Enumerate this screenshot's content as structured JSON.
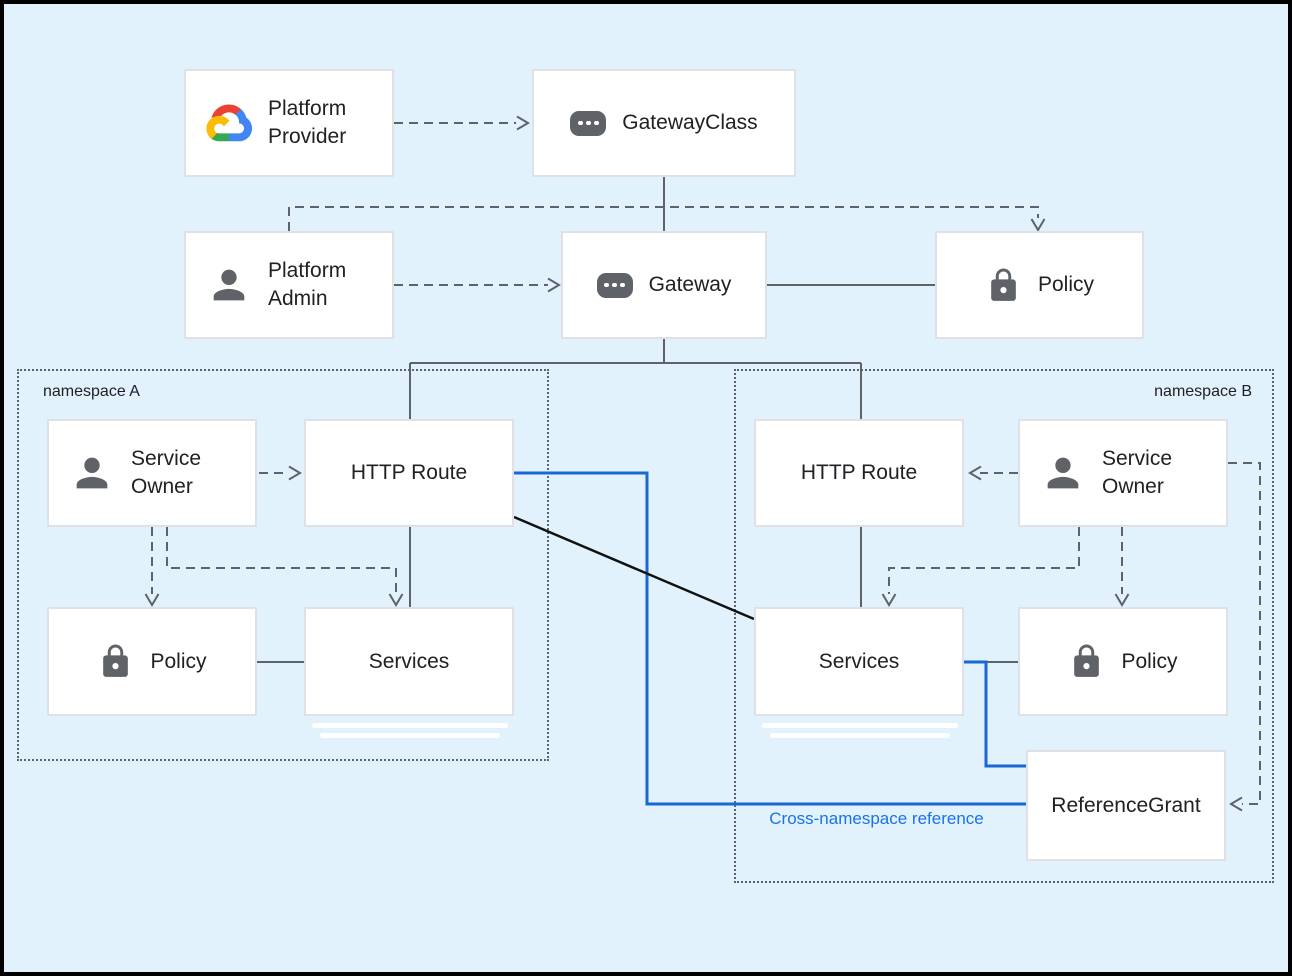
{
  "title": "Gateway API resource model diagram",
  "colors": {
    "bg": "#e1f2fd",
    "frame": "#000000",
    "line-gray": "#5f6368",
    "line-black": "#111111",
    "accent-blue": "#1967d2",
    "annotation-blue": "#1a73e8",
    "box-border": "#dfe1e5",
    "text": "#202124",
    "icon-gray": "#5f6368"
  },
  "nodes": {
    "platform_provider": {
      "label": "Platform Provider",
      "icon": "google-cloud-logo"
    },
    "gateway_class": {
      "label": "GatewayClass",
      "icon": "resource-icon"
    },
    "platform_admin": {
      "label": "Platform Admin",
      "icon": "person-icon"
    },
    "gateway": {
      "label": "Gateway",
      "icon": "resource-icon"
    },
    "policy_cluster": {
      "label": "Policy",
      "icon": "lock-icon"
    },
    "service_owner_a": {
      "label": "Service Owner",
      "icon": "person-icon"
    },
    "http_route_a": {
      "label": "HTTP Route"
    },
    "policy_a": {
      "label": "Policy",
      "icon": "lock-icon"
    },
    "services_a": {
      "label": "Services"
    },
    "http_route_b": {
      "label": "HTTP Route"
    },
    "service_owner_b": {
      "label": "Service Owner",
      "icon": "person-icon"
    },
    "services_b": {
      "label": "Services"
    },
    "policy_b": {
      "label": "Policy",
      "icon": "lock-icon"
    },
    "reference_grant": {
      "label": "ReferenceGrant"
    }
  },
  "namespaces": {
    "a": {
      "label": "namespace A"
    },
    "b": {
      "label": "namespace B"
    }
  },
  "annotations": {
    "cross_namespace": {
      "label": "Cross-namespace reference"
    }
  }
}
